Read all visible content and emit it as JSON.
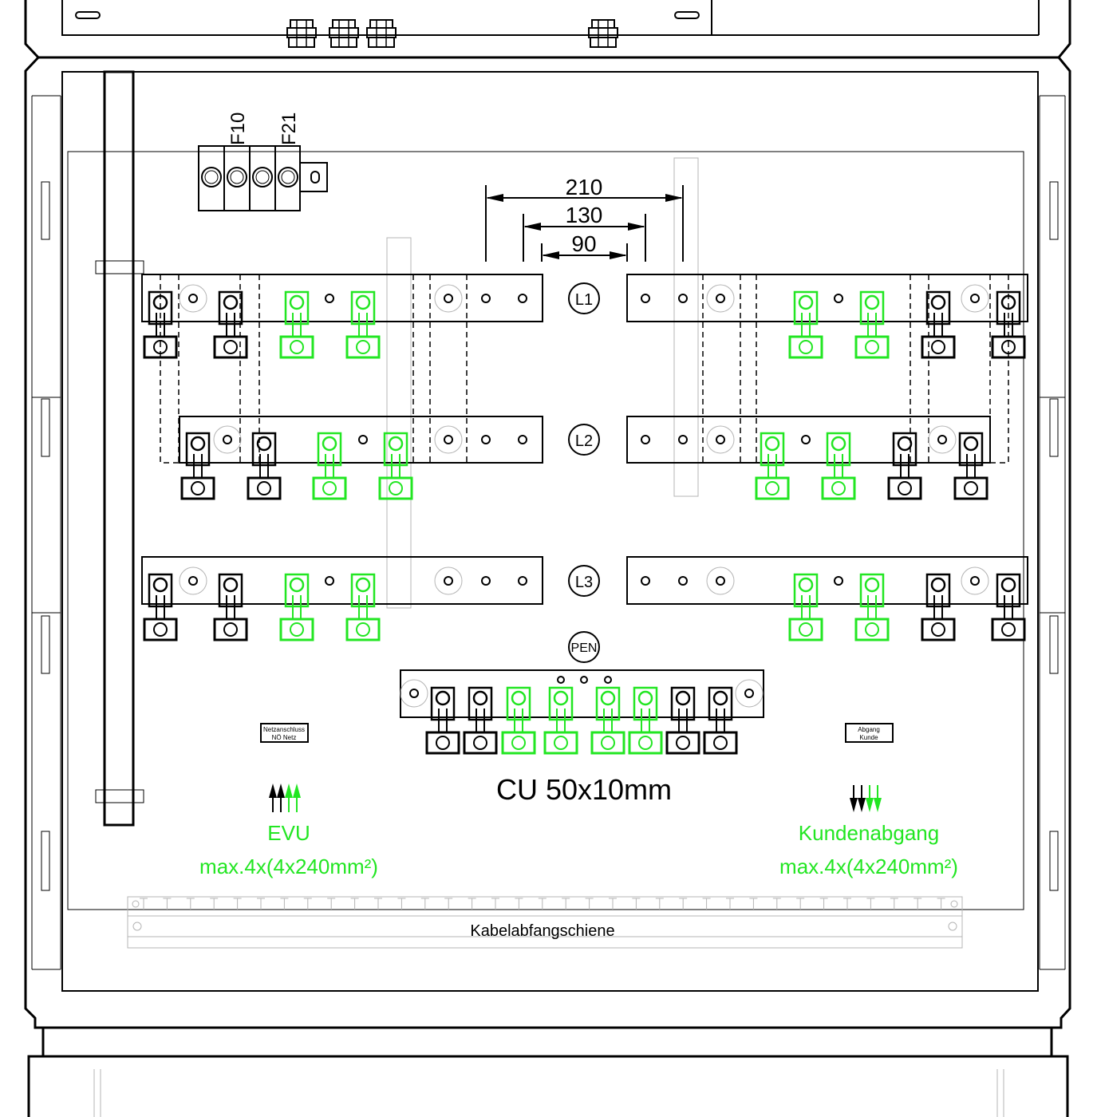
{
  "fuse_labels": [
    "F10",
    "F21"
  ],
  "dimensions": [
    "210",
    "130",
    "90"
  ],
  "phases": [
    "L1",
    "L2",
    "L3"
  ],
  "pen": "PEN",
  "busbar": "CU 50x10mm",
  "plate_left": [
    "Netzanschluss",
    "NÖ Netz"
  ],
  "plate_right": [
    "Abgang",
    "Kunde"
  ],
  "left_label": "EVU",
  "left_spec": "max.4x(4x240mm²)",
  "right_label": "Kundenabgang",
  "right_spec": "max.4x(4x240mm²)",
  "rail_label": "Kabelabfangschiene",
  "colors": {
    "line": "#000000",
    "connection": "#22e622",
    "hatch": "#b4b4b4"
  }
}
